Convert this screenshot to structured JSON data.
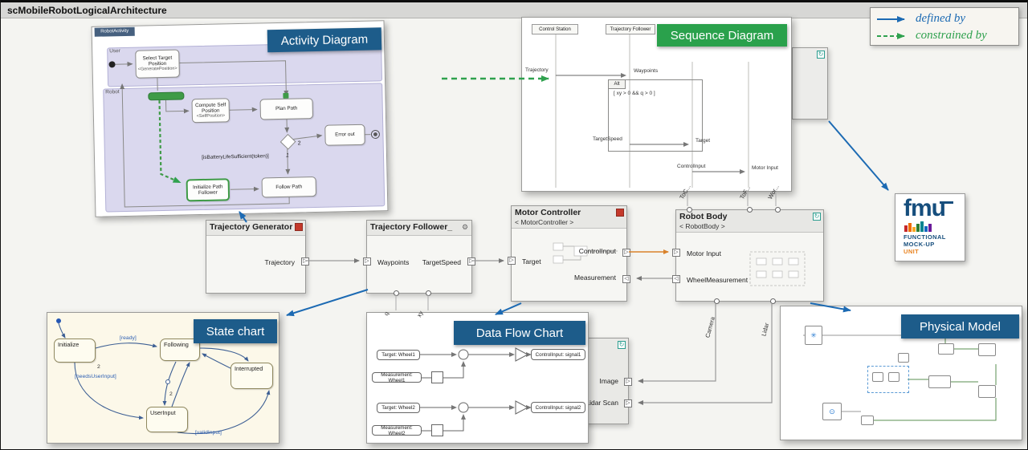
{
  "colors": {
    "accent_blue": "#1c6ab3",
    "accent_green": "#2fa14e",
    "title_bg": "#1d5c8a",
    "seq_title_bg": "#2aa14c",
    "orange_wire": "#d9822b"
  },
  "header": {
    "title": "scMobileRobotLogicalArchitecture"
  },
  "legend": {
    "defined_by": "defined by",
    "constrained_by": "constrained by"
  },
  "activity": {
    "tab": "RobotActivity",
    "title": "Activity Diagram",
    "lanes": {
      "user": "User",
      "robot": "Robot"
    },
    "nodes": {
      "select_target": {
        "label": "Select Target Position",
        "stereotype": "<GeneratePosition>"
      },
      "compute_self": {
        "label": "Compute Self Position",
        "stereotype": "<SelfPosition>"
      },
      "plan_path": {
        "label": "Plan Path"
      },
      "error_out": {
        "label": "Error out"
      },
      "init_follower": {
        "label": "Initialize Path Follower"
      },
      "follow_path": {
        "label": "Follow Path"
      }
    },
    "guard": "[isBatteryLifeSufficient(token)]",
    "guard_weight": "1",
    "decision_weight": "2"
  },
  "sequence": {
    "title": "Sequence Diagram",
    "lifelines": [
      "Control Station",
      "Trajectory Follower"
    ],
    "msg1": {
      "label": "Trajectory",
      "target": "Waypoints"
    },
    "alt": {
      "tag": "Alt",
      "guard": "[ xy > 0 && q > 0 ]"
    },
    "msg2": {
      "label": "TargetSpeed",
      "target": "Target"
    },
    "msg3": {
      "label": "ControlInput",
      "target": "Motor Input"
    }
  },
  "blocks": {
    "trajectory_generator": {
      "title": "Trajectory Generator",
      "port_out": "Trajectory"
    },
    "trajectory_follower": {
      "title": "Trajectory Follower_",
      "port_in": "Waypoints",
      "port_out": "TargetSpeed",
      "bottom_port1": "q",
      "bottom_port2": "xy"
    },
    "motor_controller": {
      "title": "Motor Controller",
      "subtitle": "< MotorController >",
      "port_in": "Target",
      "port_out": "ControlInput",
      "port_meas": "Measurement"
    },
    "robot_body": {
      "title": "Robot Body",
      "subtitle": "< RobotBody >",
      "port_in": "Motor Input",
      "port_out": "WheelMeasurement",
      "top_ports": [
        "ToC...",
        "ToF...",
        "Wor..."
      ],
      "bottom_ports": [
        "Camera",
        "Lidar"
      ]
    },
    "sensors": {
      "port_image": "Image",
      "port_lidar": "Lidar Scan"
    }
  },
  "statechart": {
    "title": "State chart",
    "states": [
      "Initialize",
      "Following",
      "Interrupted",
      "UserInput"
    ],
    "transitions": [
      "[ready]",
      "[needsUserInput]",
      "[validInput]"
    ],
    "numbers": [
      "2",
      "2"
    ]
  },
  "dataflow": {
    "title": "Data Flow Chart",
    "inputs": [
      "Target: Wheel1",
      "Measurement: Wheel1",
      "Target: Wheel2",
      "Measurement: Wheel2"
    ],
    "outputs": [
      "ControlInput: signal1",
      "ControlInput: signal2"
    ]
  },
  "physical": {
    "title": "Physical Model"
  },
  "fmu": {
    "word": "fmu",
    "line1": "FUNCTIONAL",
    "line2": "MOCK-UP",
    "line3": "UNIT"
  }
}
